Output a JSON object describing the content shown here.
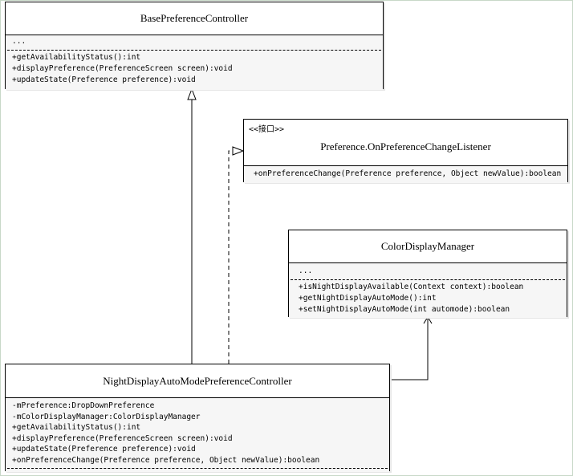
{
  "classes": {
    "base": {
      "name": "BasePreferenceController",
      "attributes": "...",
      "methods": [
        "+getAvailabilityStatus():int",
        "+displayPreference(PreferenceScreen screen):void",
        "+updateState(Preference preference):void"
      ]
    },
    "listener": {
      "stereotype": "<<接口>>",
      "name": "Preference.OnPreferenceChangeListener",
      "methods": [
        "+onPreferenceChange(Preference preference, Object newValue):boolean"
      ]
    },
    "color": {
      "name": "ColorDisplayManager",
      "attributes": "...",
      "methods": [
        "+isNightDisplayAvailable(Context context):boolean",
        "+getNightDisplayAutoMode():int",
        "+setNightDisplayAutoMode(int automode):boolean"
      ]
    },
    "night": {
      "name": "NightDisplayAutoModePreferenceController",
      "members": [
        "-mPreference:DropDownPreference",
        "-mColorDisplayManager:ColorDisplayManager",
        "+getAvailabilityStatus():int",
        "+displayPreference(PreferenceScreen screen):void",
        "+updateState(Preference preference):void",
        "+onPreferenceChange(Preference preference, Object newValue):boolean"
      ]
    }
  },
  "relations": [
    {
      "type": "generalization",
      "from": "NightDisplayAutoModePreferenceController",
      "to": "BasePreferenceController"
    },
    {
      "type": "realization",
      "from": "NightDisplayAutoModePreferenceController",
      "to": "Preference.OnPreferenceChangeListener"
    },
    {
      "type": "dependency",
      "from": "NightDisplayAutoModePreferenceController",
      "to": "ColorDisplayManager"
    }
  ]
}
